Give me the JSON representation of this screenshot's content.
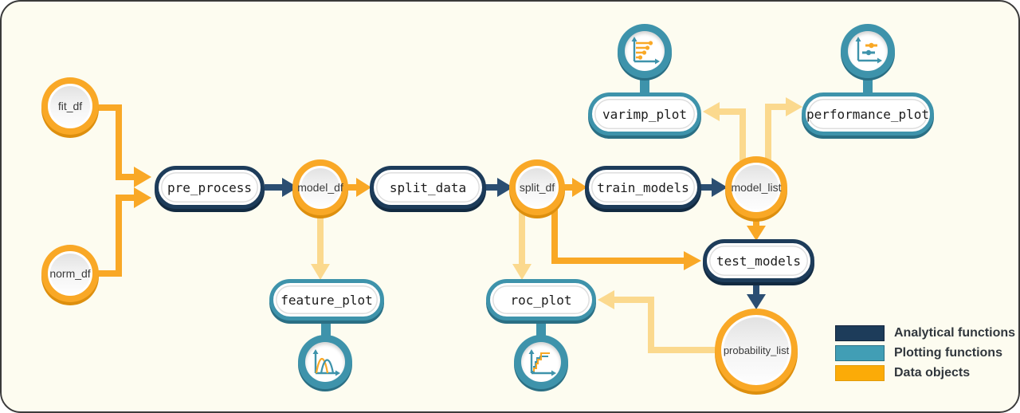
{
  "diagram": {
    "background_color": "#fdfcf0",
    "colors": {
      "analytical_function": "#1d3c5a",
      "plotting_function": "#3e93ab",
      "data_object": "#f9a826",
      "data_object_light_arrow": "#fbd98e",
      "analytical_arrow": "#2b4e72"
    },
    "nodes": {
      "fit_df": {
        "label": "fit_df",
        "type": "data-object"
      },
      "norm_df": {
        "label": "norm_df",
        "type": "data-object"
      },
      "pre_process": {
        "label": "pre_process",
        "type": "analytical-function"
      },
      "model_df": {
        "label": "model_df",
        "type": "data-object"
      },
      "split_data": {
        "label": "split_data",
        "type": "analytical-function"
      },
      "split_df": {
        "label": "split_df",
        "type": "data-object"
      },
      "train_models": {
        "label": "train_models",
        "type": "analytical-function"
      },
      "model_list": {
        "label": "model_list",
        "type": "data-object"
      },
      "test_models": {
        "label": "test_models",
        "type": "analytical-function"
      },
      "probability_list": {
        "label": "probability_list",
        "type": "data-object"
      },
      "varimp_plot": {
        "label": "varimp_plot",
        "type": "plotting-function",
        "icon": "lollipop-chart-icon"
      },
      "performance_plot": {
        "label": "performance_plot",
        "type": "plotting-function",
        "icon": "pointrange-chart-icon"
      },
      "feature_plot": {
        "label": "feature_plot",
        "type": "plotting-function",
        "icon": "density-plot-icon"
      },
      "roc_plot": {
        "label": "roc_plot",
        "type": "plotting-function",
        "icon": "roc-curve-icon"
      }
    },
    "edges": [
      {
        "from": "fit_df",
        "to": "pre_process",
        "style": "data"
      },
      {
        "from": "norm_df",
        "to": "pre_process",
        "style": "data"
      },
      {
        "from": "pre_process",
        "to": "model_df",
        "style": "analytical"
      },
      {
        "from": "model_df",
        "to": "split_data",
        "style": "data"
      },
      {
        "from": "model_df",
        "to": "feature_plot",
        "style": "data-light"
      },
      {
        "from": "split_data",
        "to": "split_df",
        "style": "analytical"
      },
      {
        "from": "split_df",
        "to": "train_models",
        "style": "data"
      },
      {
        "from": "split_df",
        "to": "roc_plot",
        "style": "data-light"
      },
      {
        "from": "split_df",
        "to": "test_models",
        "style": "data"
      },
      {
        "from": "train_models",
        "to": "model_list",
        "style": "analytical"
      },
      {
        "from": "model_list",
        "to": "varimp_plot",
        "style": "data-light"
      },
      {
        "from": "model_list",
        "to": "performance_plot",
        "style": "data-light"
      },
      {
        "from": "model_list",
        "to": "test_models",
        "style": "data"
      },
      {
        "from": "test_models",
        "to": "probability_list",
        "style": "analytical"
      },
      {
        "from": "probability_list",
        "to": "roc_plot",
        "style": "data-light"
      }
    ],
    "legend": {
      "items": [
        {
          "label": "Analytical functions",
          "color": "#1d3c5a"
        },
        {
          "label": "Plotting functions",
          "color": "#419eb5"
        },
        {
          "label": "Data objects",
          "color": "#fcab07"
        }
      ]
    }
  }
}
